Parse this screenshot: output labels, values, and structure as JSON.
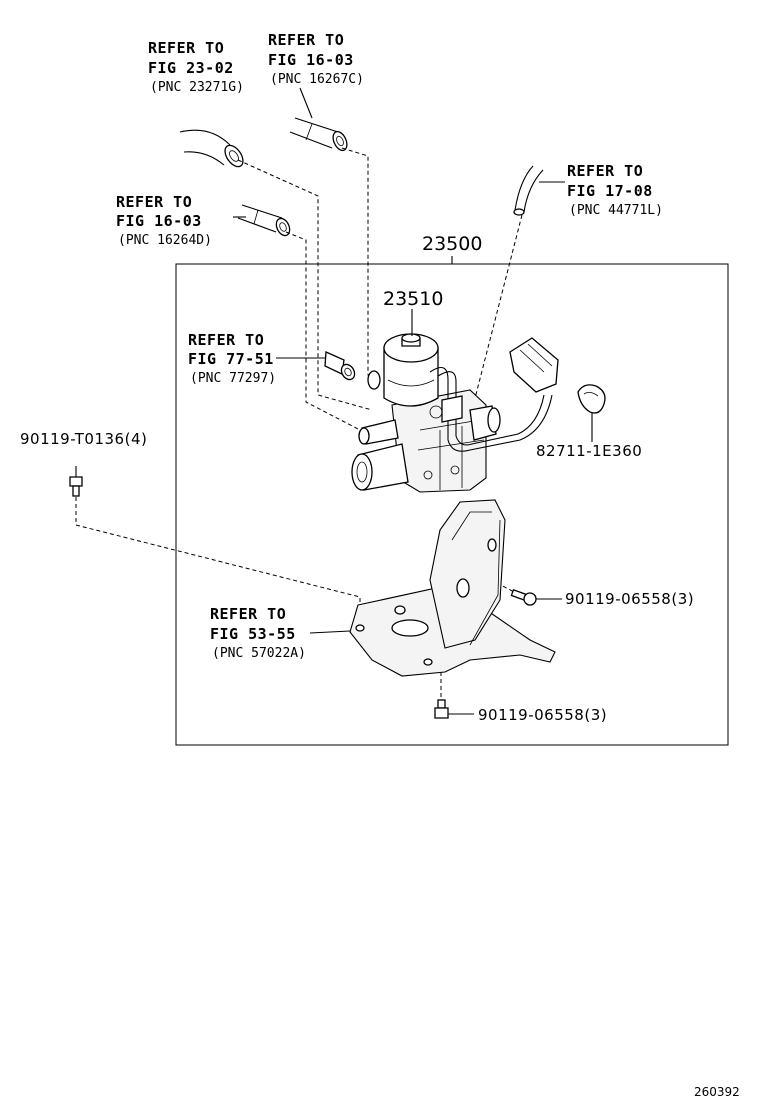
{
  "refs": [
    {
      "id": "ref-23-02",
      "line1": "REFER TO",
      "line2": "FIG 23-02",
      "line3": "(PNC 23271G)"
    },
    {
      "id": "ref-16-03-c",
      "line1": "REFER TO",
      "line2": "FIG 16-03",
      "line3": "(PNC 16267C)"
    },
    {
      "id": "ref-17-08",
      "line1": "REFER TO",
      "line2": "FIG 17-08",
      "line3": "(PNC 44771L)"
    },
    {
      "id": "ref-16-03-d",
      "line1": "REFER TO",
      "line2": "FIG 16-03",
      "line3": "(PNC 16264D)"
    },
    {
      "id": "ref-77-51",
      "line1": "REFER TO",
      "line2": "FIG 77-51",
      "line3": "(PNC 77297)"
    },
    {
      "id": "ref-53-55",
      "line1": "REFER TO",
      "line2": "FIG 53-55",
      "line3": "(PNC 57022A)"
    }
  ],
  "parts": {
    "assembly": "23500",
    "valve": "23510",
    "clamp": "82711-1E360",
    "bolt_left": "90119-T0136(4)",
    "bolt_right": "90119-06558(3)",
    "bolt_bottom": "90119-06558(3)"
  },
  "drawing_code": "260392"
}
